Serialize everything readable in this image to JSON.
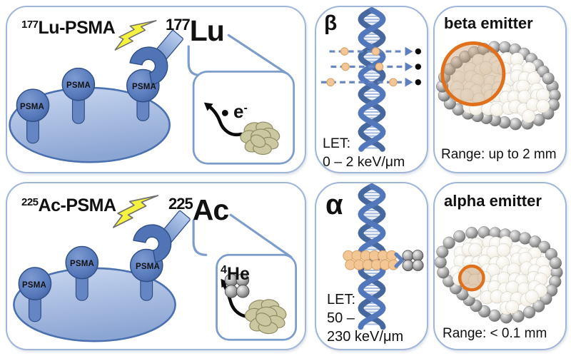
{
  "figure": {
    "lu_panel": {
      "title_sup": "177",
      "title_main": "Lu-PSMA",
      "isotope_sup": "177",
      "isotope_main": "Lu",
      "psma_label": "PSMA",
      "electron_label": "e",
      "electron_sup": "-"
    },
    "beta_dna_panel": {
      "symbol": "β",
      "let_label": "LET:",
      "let_value": "0 – 2 keV/μm"
    },
    "beta_emitter_panel": {
      "title": "beta emitter",
      "range": "Range: up to 2 mm"
    },
    "ac_panel": {
      "title_sup": "225",
      "title_main": "Ac-PSMA",
      "isotope_sup": "225",
      "isotope_main": "Ac",
      "psma_label": "PSMA",
      "helium_sup": "4",
      "helium_label": "He"
    },
    "alpha_dna_panel": {
      "symbol": "α",
      "let_label": "LET:",
      "let_value_line1": "50 –",
      "let_value_line2": "230 keV/μm"
    },
    "alpha_emitter_panel": {
      "title": "alpha emitter",
      "range": "Range: < 0.1 mm"
    }
  },
  "colors": {
    "panel_border": "#9FB5D9",
    "inset_border": "#7C9CCC",
    "dna_blue": "#4A70B6",
    "cell_blue": "#8CA6D4",
    "bolt_yellow": "#F4F13F",
    "bolt_outline": "#6E6E6E",
    "track_tan": "#F3C795",
    "track_tan_edge": "#D9A366",
    "orange_range": "#E0701B",
    "arrow_black": "#0A0A0A"
  }
}
